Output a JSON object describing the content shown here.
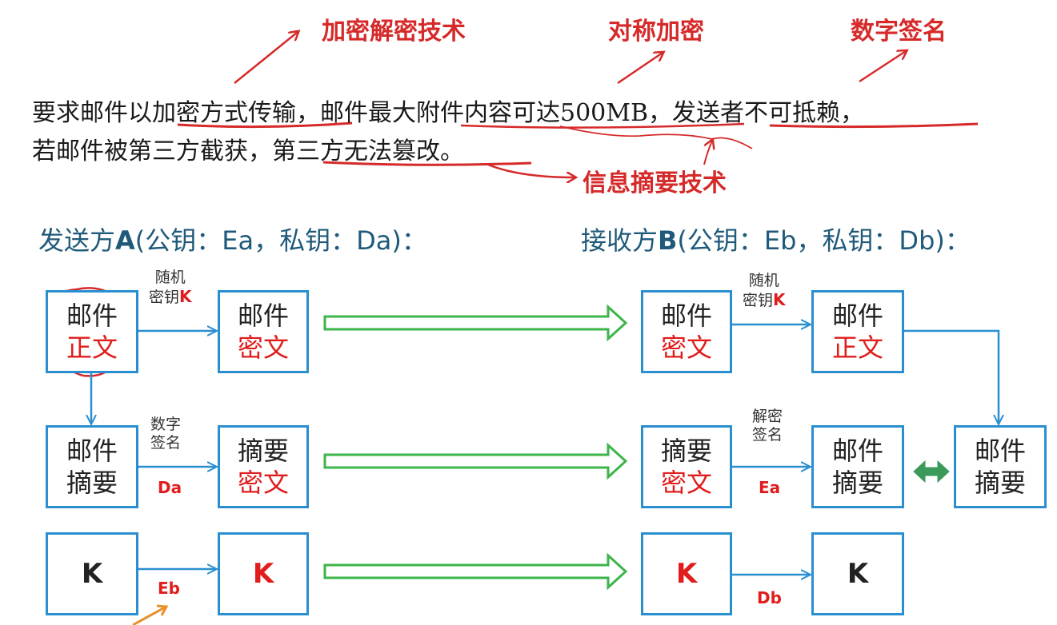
{
  "annotations": {
    "encryption": "加密解密技术",
    "symmetric": "对称加密",
    "signature": "数字签名",
    "digest": "信息摘要技术"
  },
  "requirement": {
    "line1_part1": "要求邮件以",
    "line1_part2": "加密方式传输",
    "line1_part3": "，邮件最大附件",
    "line1_part4": "内容可达500MB",
    "line1_part5": "，",
    "line1_part6": "发送者不可抵赖",
    "line1_part7": "，",
    "line2_part1": "若邮件被第三方截获，",
    "line2_part2": "第三方无法篡改",
    "line2_part3": "。"
  },
  "sender": {
    "prefix": "发送方",
    "letter": "A",
    "keys": "(公钥：Ea，私钥：Da)："
  },
  "receiver": {
    "prefix": "接收方",
    "letter": "B",
    "keys": "(公钥：Eb，私钥：Db)："
  },
  "boxes": {
    "a_mail_plain": {
      "line1": "邮件",
      "line2": "正文"
    },
    "a_mail_cipher": {
      "line1": "邮件",
      "line2": "密文"
    },
    "a_mail_digest": {
      "line1": "邮件",
      "line2": "摘要"
    },
    "a_digest_cipher": {
      "line1": "摘要",
      "line2": "密文"
    },
    "a_key_plain": {
      "text": "K"
    },
    "a_key_cipher": {
      "text": "K"
    },
    "b_mail_cipher": {
      "line1": "邮件",
      "line2": "密文"
    },
    "b_mail_plain": {
      "line1": "邮件",
      "line2": "正文"
    },
    "b_digest_cipher": {
      "line1": "摘要",
      "line2": "密文"
    },
    "b_mail_digest": {
      "line1": "邮件",
      "line2": "摘要"
    },
    "b_mail_digest_computed": {
      "line1": "邮件",
      "line2": "摘要"
    },
    "b_key_cipher": {
      "text": "K"
    },
    "b_key_plain": {
      "text": "K"
    }
  },
  "labels": {
    "a_random_key_line1": "随机",
    "a_random_key_line2": "密钥",
    "a_random_key_k": "K",
    "b_random_key_line1": "随机",
    "b_random_key_line2": "密钥",
    "b_random_key_k": "K",
    "sign_line1": "数字",
    "sign_line2": "签名",
    "sign_key": "Da",
    "verify_line1": "解密",
    "verify_line2": "签名",
    "verify_key": "Ea",
    "encrypt_key": "Eb",
    "decrypt_key": "Db"
  },
  "colors": {
    "box_border": "#2a8fd0",
    "arrow_blue": "#2a8fd0",
    "arrow_green": "#3cb54a",
    "compare_arrow": "#3a9a5a",
    "annotation_red": "#d62a2a",
    "key_red": "#e01c1c",
    "party_text": "#1f5a7a"
  }
}
